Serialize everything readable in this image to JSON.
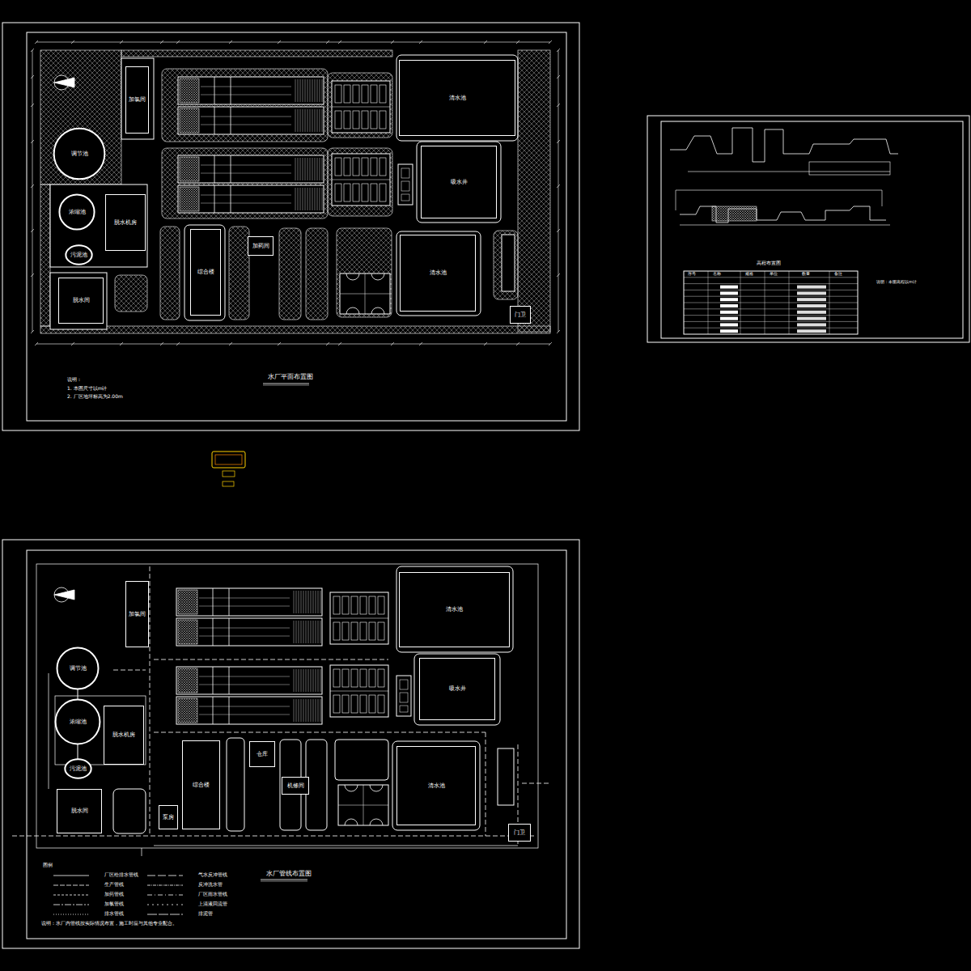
{
  "diagram": {
    "title": "水厂平面布置图",
    "nodes": [
      {
        "text": [
          "清水池"
        ]
      },
      {
        "text": [
          "吸水井"
        ]
      },
      {
        "text": [
          "清水池"
        ]
      },
      {
        "text": [
          "调节池"
        ]
      },
      {
        "text": [
          "浓缩池"
        ]
      },
      {
        "text": [
          "污泥池"
        ]
      },
      {
        "text": [
          "脱水机房"
        ]
      },
      {
        "text": [
          "脱水间"
        ]
      },
      {
        "text": [
          "综合楼"
        ]
      },
      {
        "text": [
          "加氯间"
        ]
      },
      {
        "text": [
          "加药间"
        ]
      },
      {
        "text": [
          "门卫"
        ]
      },
      {
        "text": [
          "清水池"
        ]
      },
      {
        "text": [
          "吸水井"
        ]
      },
      {
        "text": [
          "清水池"
        ]
      },
      {
        "text": [
          "调节池"
        ]
      },
      {
        "text": [
          "浓缩池"
        ]
      },
      {
        "text": [
          "污泥池"
        ]
      },
      {
        "text": [
          "脱水机房"
        ]
      },
      {
        "text": [
          "脱水间"
        ]
      },
      {
        "text": [
          "综合楼"
        ]
      },
      {
        "text": [
          "加氯间"
        ]
      },
      {
        "text": [
          "仓库"
        ]
      },
      {
        "text": [
          "机修间"
        ]
      },
      {
        "text": [
          "泵房"
        ]
      },
      {
        "text": [
          "门卫"
        ]
      }
    ],
    "edges": [
      {
        "from": 15,
        "to": 16,
        "arrow": "none"
      },
      {
        "from": 16,
        "to": 17,
        "arrow": "none"
      }
    ],
    "labels": [
      "说明：",
      "1. 本图尺寸以m计",
      "2. 厂区地坪标高为2.00m",
      "水厂管线布置图",
      "图例",
      "说明：水厂内管线按实际情况布置，施工时应与其他专业配合。",
      "高程布置图",
      "序号",
      "名称",
      "规格",
      "单位",
      "数量",
      "备注",
      "说明：本图高程以m计"
    ],
    "legend": [
      {
        "text": "厂区给排水管线"
      },
      {
        "text": "生产管线"
      },
      {
        "text": "加药管线"
      },
      {
        "text": "加氯管线"
      },
      {
        "text": "排水管线"
      },
      {
        "text": "气水反冲管线"
      },
      {
        "text": "反冲洗水管"
      },
      {
        "text": "厂区雨水管线"
      },
      {
        "text": "上清液回流管"
      },
      {
        "text": "排泥管"
      }
    ]
  }
}
